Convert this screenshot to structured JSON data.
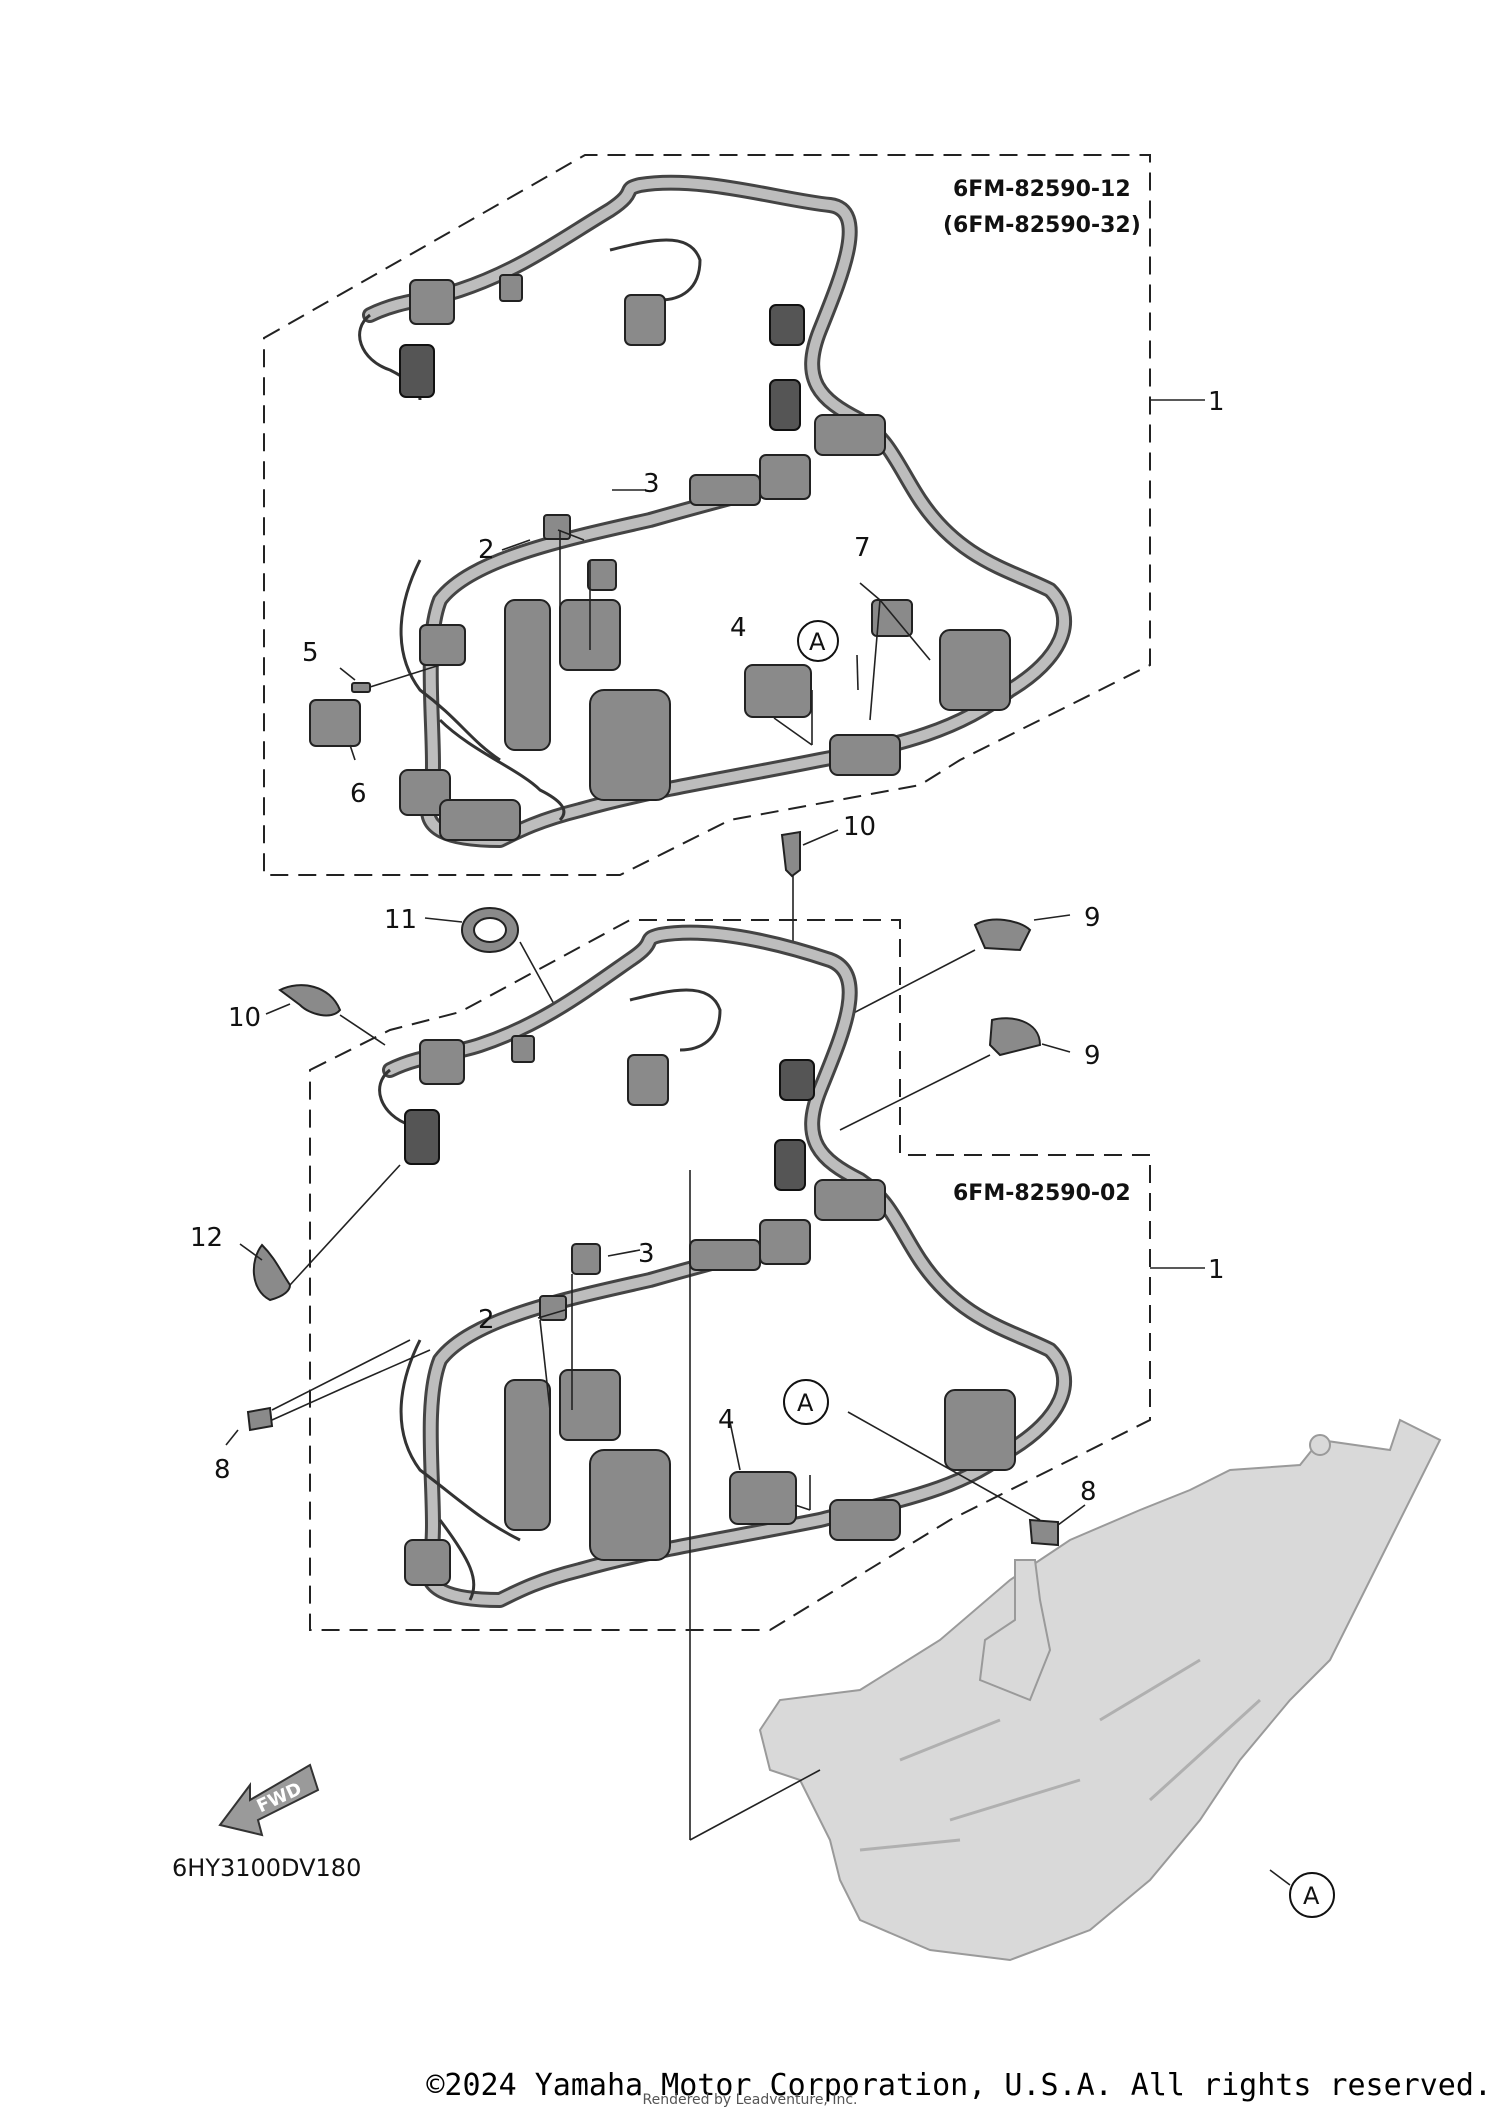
{
  "diagram": {
    "upper_assembly": {
      "part_numbers": [
        "6FM-82590-12",
        "(6FM-82590-32)"
      ],
      "callouts": [
        "1",
        "2",
        "3",
        "4",
        "5",
        "6",
        "7",
        "10"
      ],
      "ref_mark": "A"
    },
    "lower_assembly": {
      "part_numbers": [
        "6FM-82590-02"
      ],
      "callouts": [
        "1",
        "2",
        "3",
        "4",
        "8",
        "8",
        "9",
        "9",
        "10",
        "11",
        "12"
      ],
      "ref_mark": "A"
    },
    "engine_ref_mark": "A",
    "fwd_label": "FWD",
    "diagram_code": "6HY3100DV180"
  },
  "footer": {
    "copyright": "©2024 Yamaha Motor Corporation, U.S.A. All rights reserved.",
    "rendered_by": "Rendered by Leadventure, Inc."
  }
}
